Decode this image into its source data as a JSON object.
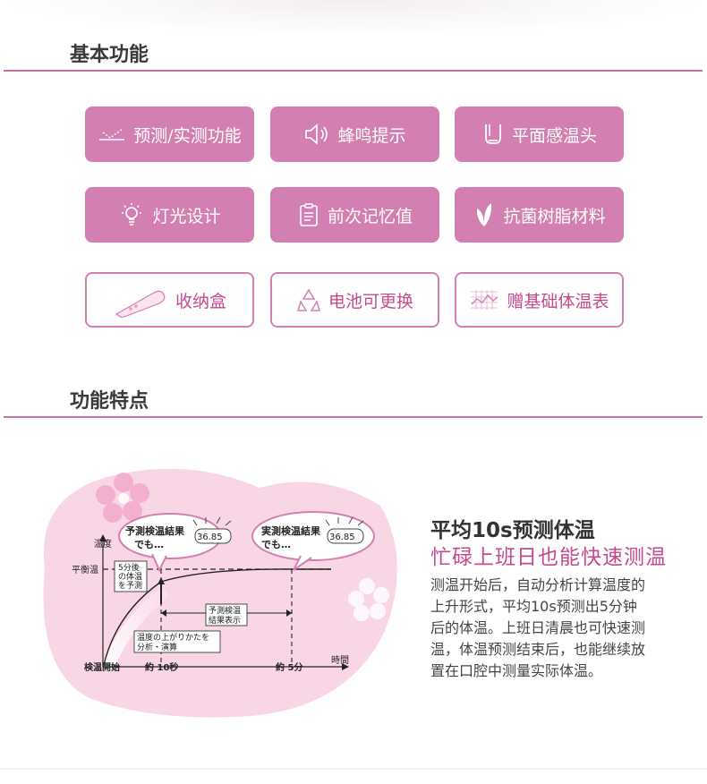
{
  "sections": {
    "basic_title": "基本功能",
    "features_title": "功能特点"
  },
  "features": {
    "items": [
      {
        "label": "预测/实测功能",
        "icon": "predict-measure-icon",
        "style": "filled"
      },
      {
        "label": "蜂鸣提示",
        "icon": "speaker-icon",
        "style": "filled"
      },
      {
        "label": "平面感温头",
        "icon": "probe-icon",
        "style": "filled"
      },
      {
        "label": "灯光设计",
        "icon": "lightbulb-icon",
        "style": "filled"
      },
      {
        "label": "前次记忆值",
        "icon": "clipboard-icon",
        "style": "filled"
      },
      {
        "label": "抗菌树脂材料",
        "icon": "leaf-icon",
        "style": "filled"
      },
      {
        "label": "收纳盒",
        "icon": "thermometer-case-icon",
        "style": "outline"
      },
      {
        "label": "电池可更换",
        "icon": "recycle-icon",
        "style": "outline"
      },
      {
        "label": "赠基础体温表",
        "icon": "chart-sheet-icon",
        "style": "outline"
      }
    ]
  },
  "diagram": {
    "bubble_left": [
      "予測検温結果",
      "でも…"
    ],
    "bubble_right": [
      "実測検温結果",
      "でも…"
    ],
    "display_value": "36.85",
    "y_axis_label": "温度",
    "equilibrium_label": "平衡温",
    "note_5min": [
      "5分後",
      "の体温",
      "を予測"
    ],
    "note_result": [
      "予測検温",
      "結果表示"
    ],
    "note_analysis": [
      "温度の上がりかたを",
      "分析・演算"
    ],
    "x_start": "検温開始",
    "x_10s": "約 10秒",
    "x_5min": "約 5分",
    "x_axis_label": "時間"
  },
  "promo": {
    "headline": "平均10s预测体温",
    "subhead": "忙碌上班日也能快速测温",
    "body": "测温开始后，自动分析计算温度的上升形式，平均10s预测出5分钟后的体温。上班日清晨也可快速测温，体温预测结束后，也能继续放置在口腔中测量实际体温。"
  },
  "colors": {
    "accent": "#d37fb1",
    "accent_text": "#c34a8f",
    "section_line": "#c76f9f",
    "blob": "#f9d6e6"
  }
}
